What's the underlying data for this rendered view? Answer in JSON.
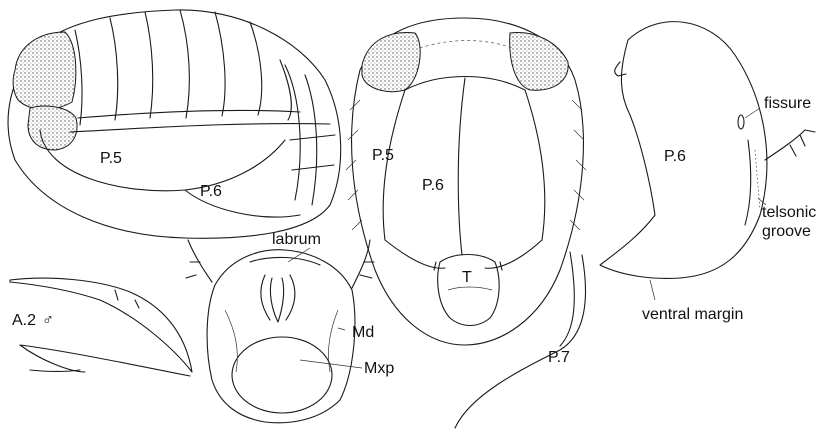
{
  "labels": {
    "p5_left": "P.5",
    "p6_left": "P.6",
    "p5_mid": "P.5",
    "p6_mid": "P.6",
    "t": "T",
    "labrum": "labrum",
    "md": "Md",
    "mxp": "Mxp",
    "a2": "A.2",
    "male": "♂",
    "p7": "P.7",
    "p6_right": "P.6",
    "fissure": "fissure",
    "telsonic": "telsonic",
    "groove": "groove",
    "ventral_margin": "ventral margin"
  },
  "colors": {
    "ink": "#1a1a1a",
    "background": "#ffffff"
  }
}
